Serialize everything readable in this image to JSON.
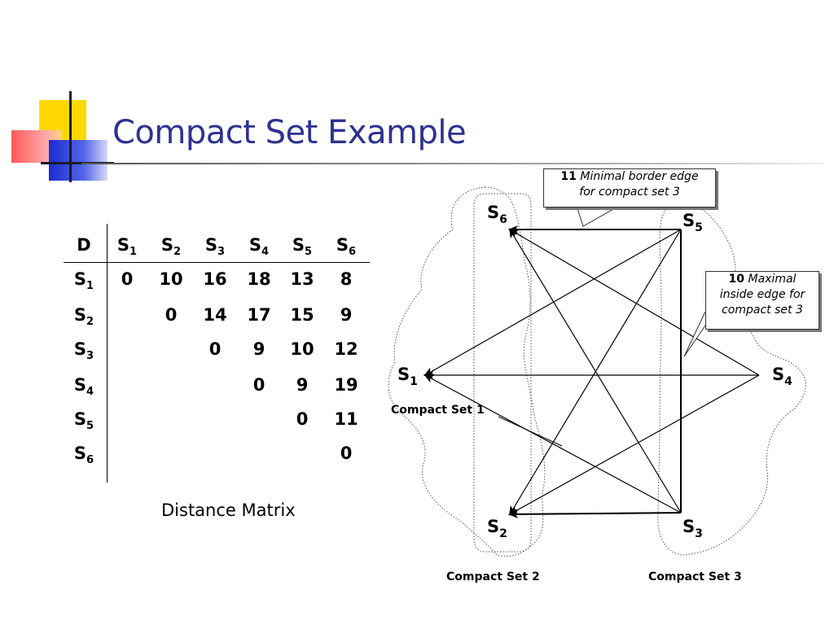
{
  "slide": {
    "title": "Compact Set Example"
  },
  "matrix": {
    "corner_label": "D",
    "headers": [
      {
        "base": "S",
        "sub": "1"
      },
      {
        "base": "S",
        "sub": "2"
      },
      {
        "base": "S",
        "sub": "3"
      },
      {
        "base": "S",
        "sub": "4"
      },
      {
        "base": "S",
        "sub": "5"
      },
      {
        "base": "S",
        "sub": "6"
      }
    ],
    "rows": [
      {
        "base": "S",
        "sub": "1",
        "values": [
          "0",
          "10",
          "16",
          "18",
          "13",
          "8"
        ]
      },
      {
        "base": "S",
        "sub": "2",
        "values": [
          "",
          "0",
          "14",
          "17",
          "15",
          "9"
        ]
      },
      {
        "base": "S",
        "sub": "3",
        "values": [
          "",
          "",
          "0",
          "9",
          "10",
          "12"
        ]
      },
      {
        "base": "S",
        "sub": "4",
        "values": [
          "",
          "",
          "",
          "0",
          "9",
          "19"
        ]
      },
      {
        "base": "S",
        "sub": "5",
        "values": [
          "",
          "",
          "",
          "",
          "0",
          "11"
        ]
      },
      {
        "base": "S",
        "sub": "6",
        "values": [
          "",
          "",
          "",
          "",
          "",
          "0"
        ]
      }
    ],
    "caption": "Distance Matrix"
  },
  "graph": {
    "nodes": [
      {
        "id": "S1",
        "base": "S",
        "sub": "1"
      },
      {
        "id": "S2",
        "base": "S",
        "sub": "2"
      },
      {
        "id": "S3",
        "base": "S",
        "sub": "3"
      },
      {
        "id": "S4",
        "base": "S",
        "sub": "4"
      },
      {
        "id": "S5",
        "base": "S",
        "sub": "5"
      },
      {
        "id": "S6",
        "base": "S",
        "sub": "6"
      }
    ],
    "edges": [
      [
        "S5",
        "S6"
      ],
      [
        "S5",
        "S1"
      ],
      [
        "S5",
        "S2"
      ],
      [
        "S5",
        "S3"
      ],
      [
        "S4",
        "S1"
      ],
      [
        "S4",
        "S2"
      ],
      [
        "S4",
        "S6"
      ],
      [
        "S3",
        "S2"
      ],
      [
        "S3",
        "S1"
      ],
      [
        "S3",
        "S6"
      ]
    ],
    "set_labels": {
      "set1": "Compact Set 1",
      "set2": "Compact Set 2",
      "set3": "Compact Set 3"
    }
  },
  "callouts": {
    "border": {
      "value": "11",
      "text_line1": "Minimal border edge",
      "text_line2": "for compact set 3"
    },
    "inside": {
      "value": "10",
      "text_line1": "Maximal",
      "text_line2": "inside edge  for",
      "text_line3": "compact set 3"
    }
  }
}
